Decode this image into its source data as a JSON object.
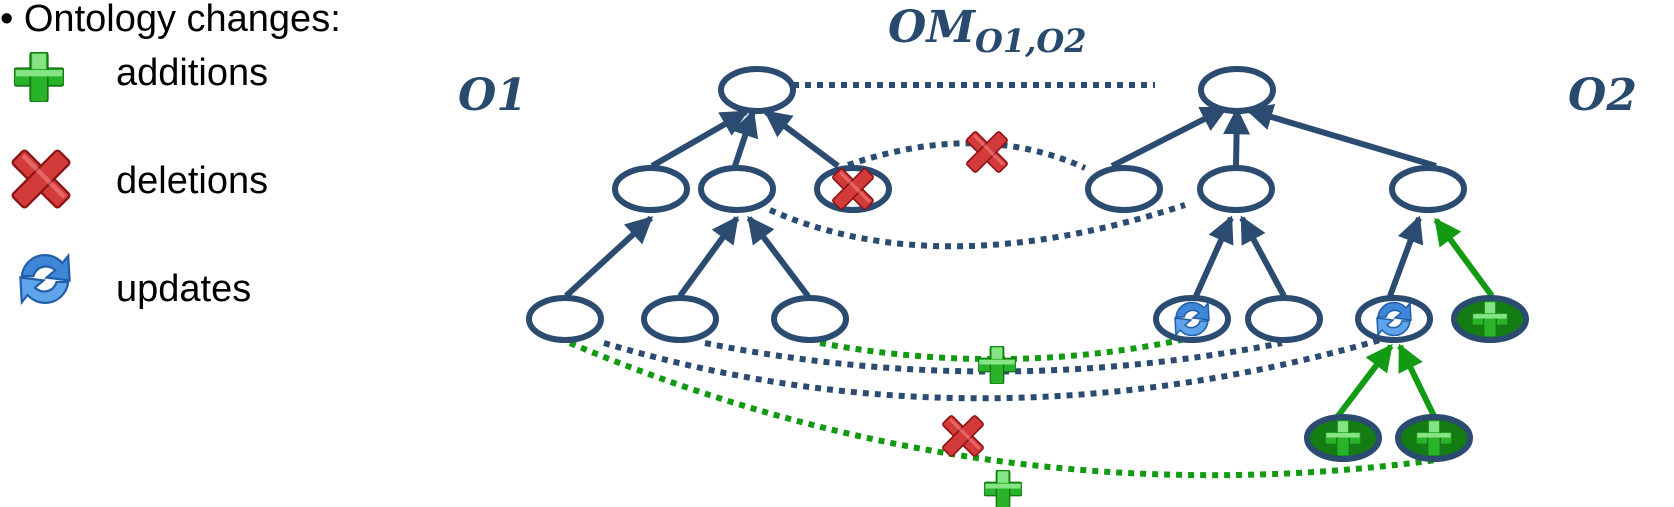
{
  "legend": {
    "title": "Ontology changes:",
    "bullet": "•",
    "items": [
      {
        "label": "additions",
        "icon": "plus-icon"
      },
      {
        "label": "deletions",
        "icon": "cross-icon"
      },
      {
        "label": "updates",
        "icon": "refresh-icon"
      }
    ]
  },
  "labels": {
    "om_main": "OM",
    "om_sub": "O1,O2",
    "o1": "O1",
    "o2": "O2"
  },
  "colors": {
    "node": "#2b4b71",
    "addition": "#18a018",
    "addition_dark": "#0f7d0f",
    "deletion": "#d23a3a",
    "update": "#3f86d6",
    "label": "#274a6e"
  }
}
